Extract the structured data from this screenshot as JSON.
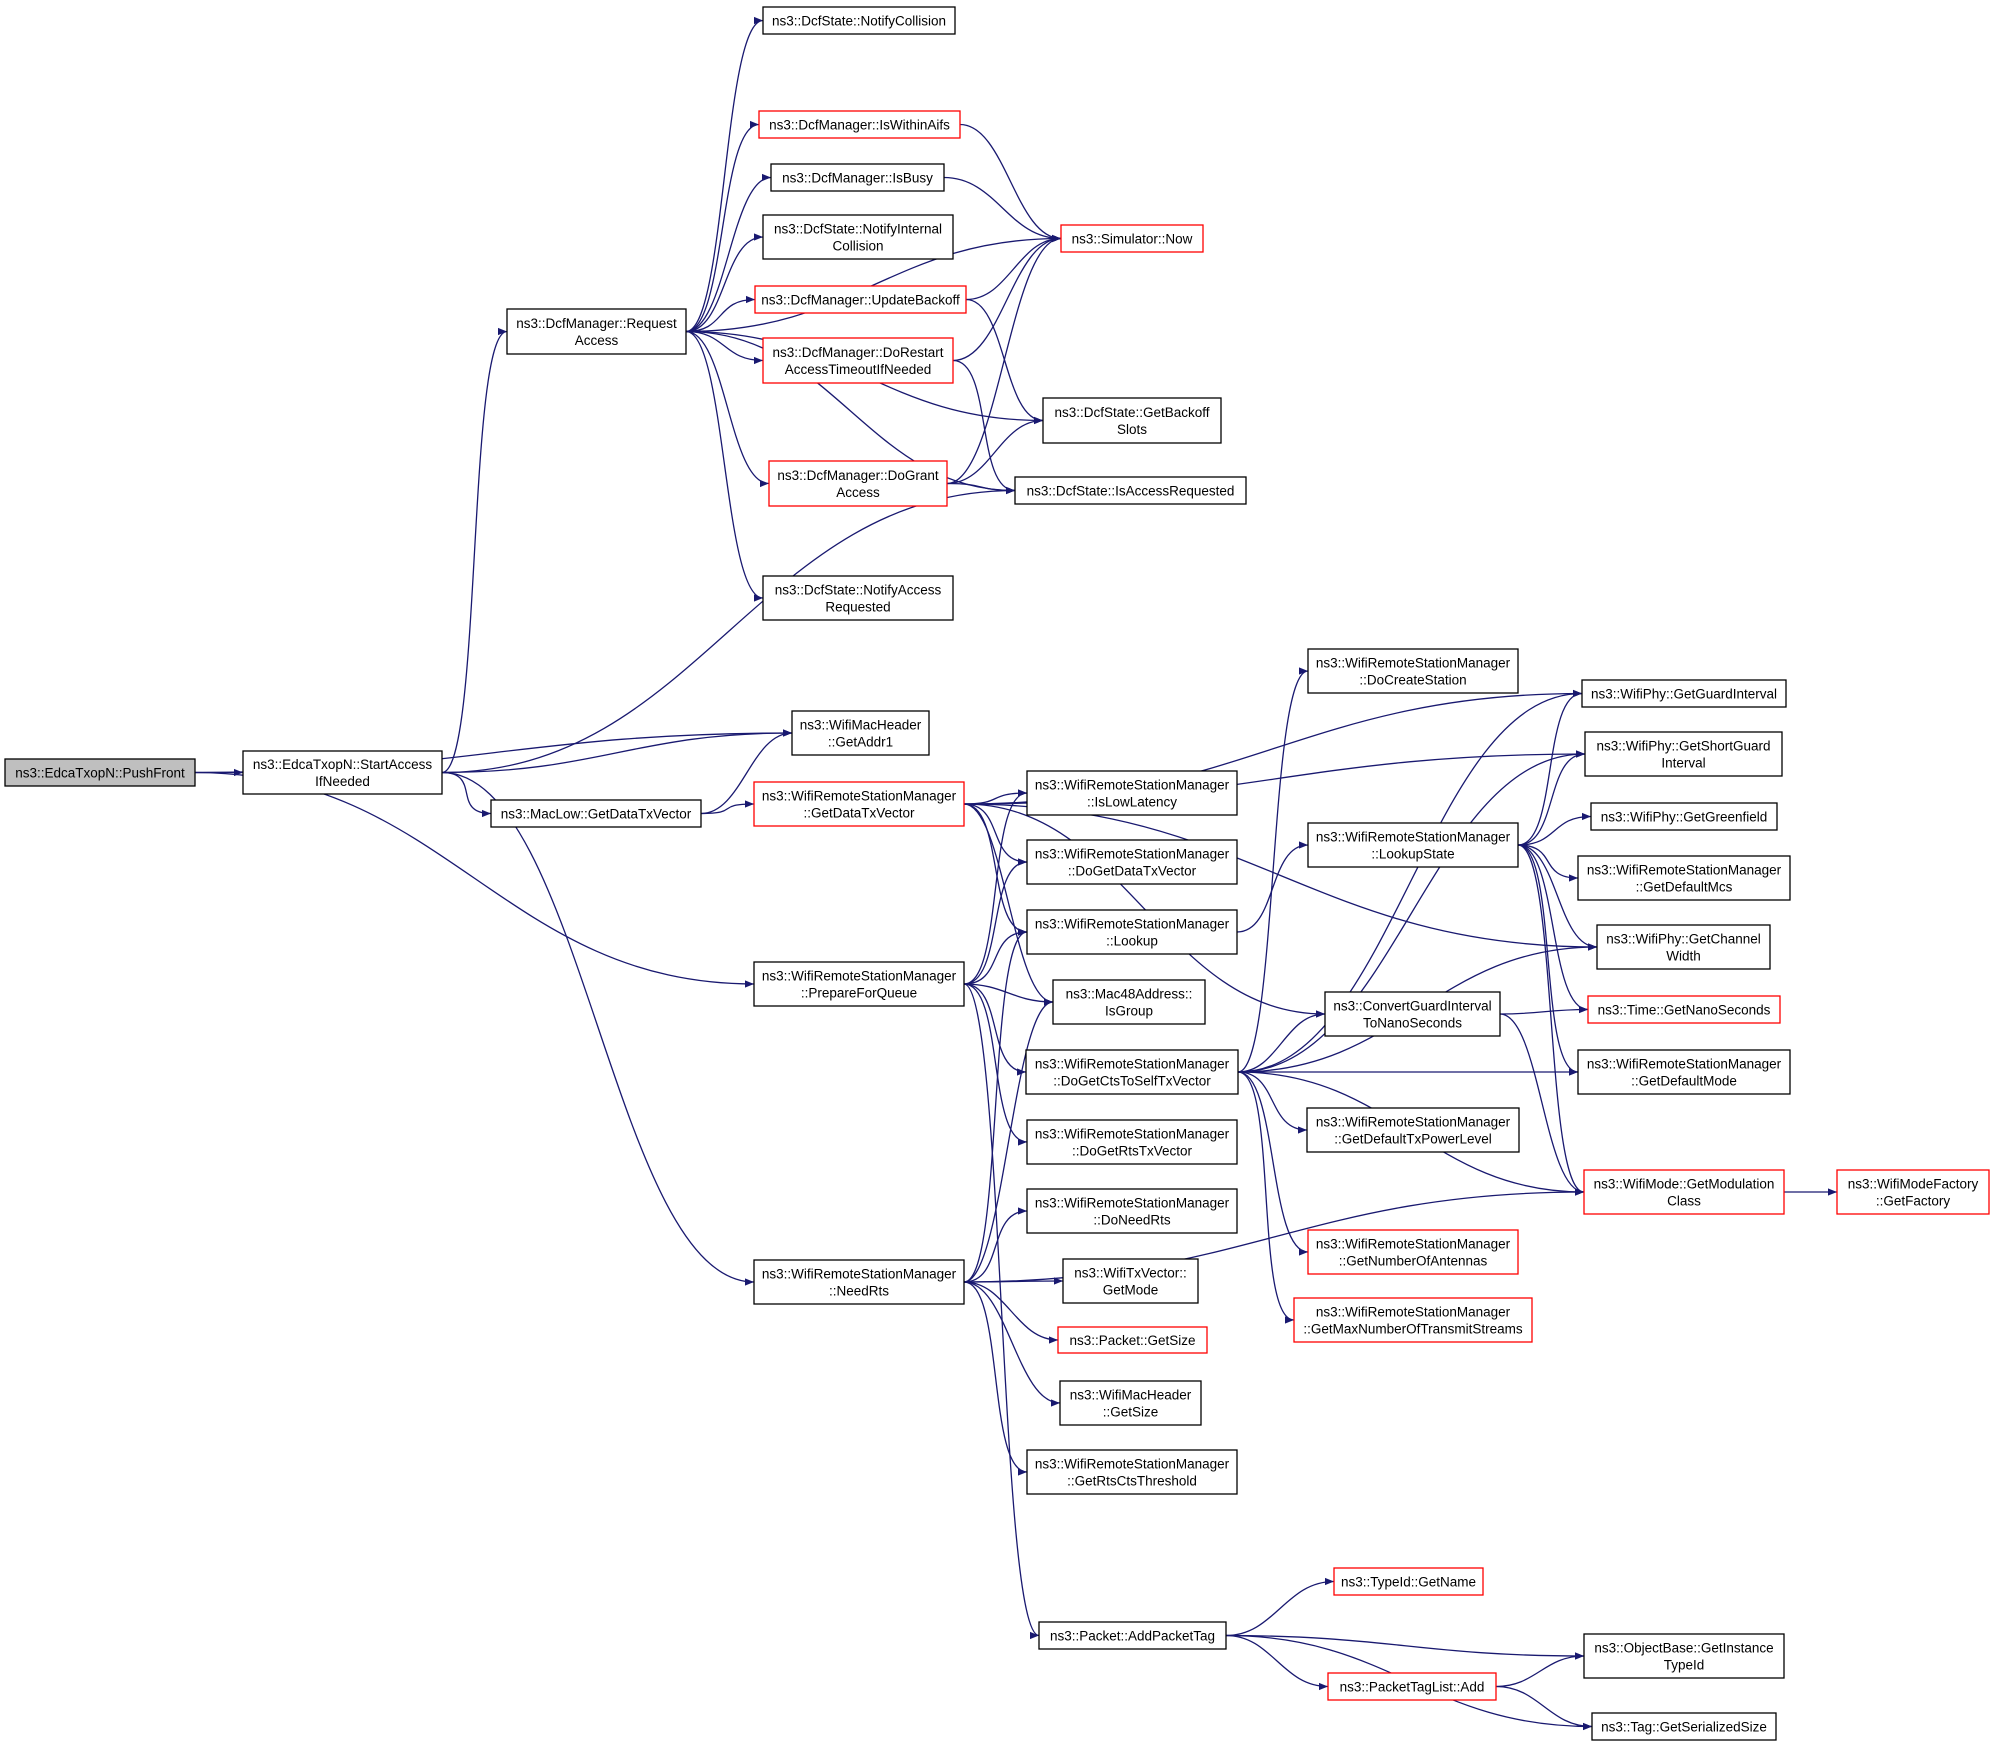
{
  "nodes": [
    {
      "id": "pushfront",
      "lines": [
        "ns3::EdcaTxopN::PushFront"
      ],
      "kind": "root"
    },
    {
      "id": "startaccess",
      "lines": [
        "ns3::EdcaTxopN::StartAccess",
        "IfNeeded"
      ],
      "kind": "normal"
    },
    {
      "id": "requestaccess",
      "lines": [
        "ns3::DcfManager::Request",
        "Access"
      ],
      "kind": "normal"
    },
    {
      "id": "notifycollision",
      "lines": [
        "ns3::DcfState::NotifyCollision"
      ],
      "kind": "normal"
    },
    {
      "id": "iswithinaifs",
      "lines": [
        "ns3::DcfManager::IsWithinAifs"
      ],
      "kind": "red"
    },
    {
      "id": "isbusy",
      "lines": [
        "ns3::DcfManager::IsBusy"
      ],
      "kind": "normal"
    },
    {
      "id": "notifyinternal",
      "lines": [
        "ns3::DcfState::NotifyInternal",
        "Collision"
      ],
      "kind": "normal"
    },
    {
      "id": "updatebackoff",
      "lines": [
        "ns3::DcfManager::UpdateBackoff"
      ],
      "kind": "red"
    },
    {
      "id": "dorestart",
      "lines": [
        "ns3::DcfManager::DoRestart",
        "AccessTimeoutIfNeeded"
      ],
      "kind": "red"
    },
    {
      "id": "dogrant",
      "lines": [
        "ns3::DcfManager::DoGrant",
        "Access"
      ],
      "kind": "red"
    },
    {
      "id": "notifyaccessreq",
      "lines": [
        "ns3::DcfState::NotifyAccess",
        "Requested"
      ],
      "kind": "normal"
    },
    {
      "id": "simnow",
      "lines": [
        "ns3::Simulator::Now"
      ],
      "kind": "red"
    },
    {
      "id": "getbackoffslots",
      "lines": [
        "ns3::DcfState::GetBackoff",
        "Slots"
      ],
      "kind": "normal"
    },
    {
      "id": "isaccessrequested",
      "lines": [
        "ns3::DcfState::IsAccessRequested"
      ],
      "kind": "normal"
    },
    {
      "id": "getaddr1",
      "lines": [
        "ns3::WifiMacHeader",
        "::GetAddr1"
      ],
      "kind": "normal"
    },
    {
      "id": "maclowgetdatatx",
      "lines": [
        "ns3::MacLow::GetDataTxVector"
      ],
      "kind": "normal"
    },
    {
      "id": "wrsmgetdatatx",
      "lines": [
        "ns3::WifiRemoteStationManager",
        "::GetDataTxVector"
      ],
      "kind": "red"
    },
    {
      "id": "preparequeue",
      "lines": [
        "ns3::WifiRemoteStationManager",
        "::PrepareForQueue"
      ],
      "kind": "normal"
    },
    {
      "id": "needrts",
      "lines": [
        "ns3::WifiRemoteStationManager",
        "::NeedRts"
      ],
      "kind": "normal"
    },
    {
      "id": "islowlatency",
      "lines": [
        "ns3::WifiRemoteStationManager",
        "::IsLowLatency"
      ],
      "kind": "normal"
    },
    {
      "id": "dogetdatatx",
      "lines": [
        "ns3::WifiRemoteStationManager",
        "::DoGetDataTxVector"
      ],
      "kind": "normal"
    },
    {
      "id": "lookup",
      "lines": [
        "ns3::WifiRemoteStationManager",
        "::Lookup"
      ],
      "kind": "normal"
    },
    {
      "id": "isgroup",
      "lines": [
        "ns3::Mac48Address::",
        "IsGroup"
      ],
      "kind": "normal"
    },
    {
      "id": "dogetcts",
      "lines": [
        "ns3::WifiRemoteStationManager",
        "::DoGetCtsToSelfTxVector"
      ],
      "kind": "normal"
    },
    {
      "id": "dogetrts",
      "lines": [
        "ns3::WifiRemoteStationManager",
        "::DoGetRtsTxVector"
      ],
      "kind": "normal"
    },
    {
      "id": "doneedrts",
      "lines": [
        "ns3::WifiRemoteStationManager",
        "::DoNeedRts"
      ],
      "kind": "normal"
    },
    {
      "id": "txvectorgetmode",
      "lines": [
        "ns3::WifiTxVector::",
        "GetMode"
      ],
      "kind": "normal"
    },
    {
      "id": "packetgetsize",
      "lines": [
        "ns3::Packet::GetSize"
      ],
      "kind": "red"
    },
    {
      "id": "machdrgetsize",
      "lines": [
        "ns3::WifiMacHeader",
        "::GetSize"
      ],
      "kind": "normal"
    },
    {
      "id": "getrtsctsthr",
      "lines": [
        "ns3::WifiRemoteStationManager",
        "::GetRtsCtsThreshold"
      ],
      "kind": "normal"
    },
    {
      "id": "addpackettag",
      "lines": [
        "ns3::Packet::AddPacketTag"
      ],
      "kind": "normal"
    },
    {
      "id": "docreatestation",
      "lines": [
        "ns3::WifiRemoteStationManager",
        "::DoCreateStation"
      ],
      "kind": "normal"
    },
    {
      "id": "lookupstate",
      "lines": [
        "ns3::WifiRemoteStationManager",
        "::LookupState"
      ],
      "kind": "normal"
    },
    {
      "id": "convertgi",
      "lines": [
        "ns3::ConvertGuardInterval",
        "ToNanoSeconds"
      ],
      "kind": "normal"
    },
    {
      "id": "getdefaulttxpower",
      "lines": [
        "ns3::WifiRemoteStationManager",
        "::GetDefaultTxPowerLevel"
      ],
      "kind": "normal"
    },
    {
      "id": "getnumantennas",
      "lines": [
        "ns3::WifiRemoteStationManager",
        "::GetNumberOfAntennas"
      ],
      "kind": "red"
    },
    {
      "id": "getmaxstreams",
      "lines": [
        "ns3::WifiRemoteStationManager",
        "::GetMaxNumberOfTransmitStreams"
      ],
      "kind": "red"
    },
    {
      "id": "getguardinterval",
      "lines": [
        "ns3::WifiPhy::GetGuardInterval"
      ],
      "kind": "normal"
    },
    {
      "id": "getshortgi",
      "lines": [
        "ns3::WifiPhy::GetShortGuard",
        "Interval"
      ],
      "kind": "normal"
    },
    {
      "id": "getgreenfield",
      "lines": [
        "ns3::WifiPhy::GetGreenfield"
      ],
      "kind": "normal"
    },
    {
      "id": "getdefaultmcs",
      "lines": [
        "ns3::WifiRemoteStationManager",
        "::GetDefaultMcs"
      ],
      "kind": "normal"
    },
    {
      "id": "getchannelwidth",
      "lines": [
        "ns3::WifiPhy::GetChannel",
        "Width"
      ],
      "kind": "normal"
    },
    {
      "id": "getnanoseconds",
      "lines": [
        "ns3::Time::GetNanoSeconds"
      ],
      "kind": "red"
    },
    {
      "id": "getdefaultmode",
      "lines": [
        "ns3::WifiRemoteStationManager",
        "::GetDefaultMode"
      ],
      "kind": "normal"
    },
    {
      "id": "getmodclass",
      "lines": [
        "ns3::WifiMode::GetModulation",
        "Class"
      ],
      "kind": "red"
    },
    {
      "id": "getfactory",
      "lines": [
        "ns3::WifiModeFactory",
        "::GetFactory"
      ],
      "kind": "red"
    },
    {
      "id": "typeidgetname",
      "lines": [
        "ns3::TypeId::GetName"
      ],
      "kind": "red"
    },
    {
      "id": "getinstancetypeid",
      "lines": [
        "ns3::ObjectBase::GetInstance",
        "TypeId"
      ],
      "kind": "normal"
    },
    {
      "id": "packettaglistadd",
      "lines": [
        "ns3::PacketTagList::Add"
      ],
      "kind": "red"
    },
    {
      "id": "getserializedsize",
      "lines": [
        "ns3::Tag::GetSerializedSize"
      ],
      "kind": "normal"
    }
  ],
  "edges": [
    [
      "pushfront",
      "startaccess"
    ],
    [
      "pushfront",
      "getaddr1"
    ],
    [
      "pushfront",
      "preparequeue"
    ],
    [
      "startaccess",
      "requestaccess"
    ],
    [
      "startaccess",
      "isaccessrequested"
    ],
    [
      "startaccess",
      "getaddr1"
    ],
    [
      "startaccess",
      "maclowgetdatatx"
    ],
    [
      "startaccess",
      "needrts"
    ],
    [
      "requestaccess",
      "notifycollision"
    ],
    [
      "requestaccess",
      "iswithinaifs"
    ],
    [
      "requestaccess",
      "simnow"
    ],
    [
      "requestaccess",
      "isbusy"
    ],
    [
      "requestaccess",
      "notifyinternal"
    ],
    [
      "requestaccess",
      "updatebackoff"
    ],
    [
      "requestaccess",
      "dorestart"
    ],
    [
      "requestaccess",
      "getbackoffslots"
    ],
    [
      "requestaccess",
      "dogrant"
    ],
    [
      "requestaccess",
      "isaccessrequested"
    ],
    [
      "requestaccess",
      "notifyaccessreq"
    ],
    [
      "iswithinaifs",
      "simnow"
    ],
    [
      "isbusy",
      "simnow"
    ],
    [
      "updatebackoff",
      "simnow"
    ],
    [
      "updatebackoff",
      "getbackoffslots"
    ],
    [
      "dorestart",
      "simnow"
    ],
    [
      "dorestart",
      "isaccessrequested"
    ],
    [
      "dogrant",
      "simnow"
    ],
    [
      "dogrant",
      "getbackoffslots"
    ],
    [
      "dogrant",
      "isaccessrequested"
    ],
    [
      "maclowgetdatatx",
      "getaddr1"
    ],
    [
      "maclowgetdatatx",
      "wrsmgetdatatx"
    ],
    [
      "wrsmgetdatatx",
      "getguardinterval"
    ],
    [
      "wrsmgetdatatx",
      "getshortgi"
    ],
    [
      "wrsmgetdatatx",
      "islowlatency"
    ],
    [
      "wrsmgetdatatx",
      "dogetdatatx"
    ],
    [
      "wrsmgetdatatx",
      "lookup"
    ],
    [
      "wrsmgetdatatx",
      "isgroup"
    ],
    [
      "wrsmgetdatatx",
      "getchannelwidth"
    ],
    [
      "wrsmgetdatatx",
      "convertgi"
    ],
    [
      "preparequeue",
      "islowlatency"
    ],
    [
      "preparequeue",
      "dogetdatatx"
    ],
    [
      "preparequeue",
      "lookup"
    ],
    [
      "preparequeue",
      "isgroup"
    ],
    [
      "preparequeue",
      "dogetcts"
    ],
    [
      "preparequeue",
      "dogetrts"
    ],
    [
      "preparequeue",
      "addpackettag"
    ],
    [
      "needrts",
      "lookup"
    ],
    [
      "needrts",
      "isgroup"
    ],
    [
      "needrts",
      "doneedrts"
    ],
    [
      "needrts",
      "txvectorgetmode"
    ],
    [
      "needrts",
      "packetgetsize"
    ],
    [
      "needrts",
      "machdrgetsize"
    ],
    [
      "needrts",
      "getrtsctsthr"
    ],
    [
      "needrts",
      "getmodclass"
    ],
    [
      "lookup",
      "lookupstate"
    ],
    [
      "dogetcts",
      "docreatestation"
    ],
    [
      "dogetcts",
      "getguardinterval"
    ],
    [
      "dogetcts",
      "getshortgi"
    ],
    [
      "dogetcts",
      "getchannelwidth"
    ],
    [
      "dogetcts",
      "convertgi"
    ],
    [
      "dogetcts",
      "getdefaultmode"
    ],
    [
      "dogetcts",
      "getdefaulttxpower"
    ],
    [
      "dogetcts",
      "getmodclass"
    ],
    [
      "dogetcts",
      "getnumantennas"
    ],
    [
      "dogetcts",
      "getmaxstreams"
    ],
    [
      "lookupstate",
      "getguardinterval"
    ],
    [
      "lookupstate",
      "getshortgi"
    ],
    [
      "lookupstate",
      "getgreenfield"
    ],
    [
      "lookupstate",
      "getdefaultmcs"
    ],
    [
      "lookupstate",
      "getchannelwidth"
    ],
    [
      "lookupstate",
      "getnanoseconds"
    ],
    [
      "lookupstate",
      "getdefaultmode"
    ],
    [
      "lookupstate",
      "getmodclass"
    ],
    [
      "convertgi",
      "getnanoseconds"
    ],
    [
      "convertgi",
      "getmodclass"
    ],
    [
      "getmodclass",
      "getfactory"
    ],
    [
      "addpackettag",
      "typeidgetname"
    ],
    [
      "addpackettag",
      "getinstancetypeid"
    ],
    [
      "addpackettag",
      "packettaglistadd"
    ],
    [
      "addpackettag",
      "getserializedsize"
    ],
    [
      "packettaglistadd",
      "getinstancetypeid"
    ],
    [
      "packettaglistadd",
      "getserializedsize"
    ]
  ]
}
